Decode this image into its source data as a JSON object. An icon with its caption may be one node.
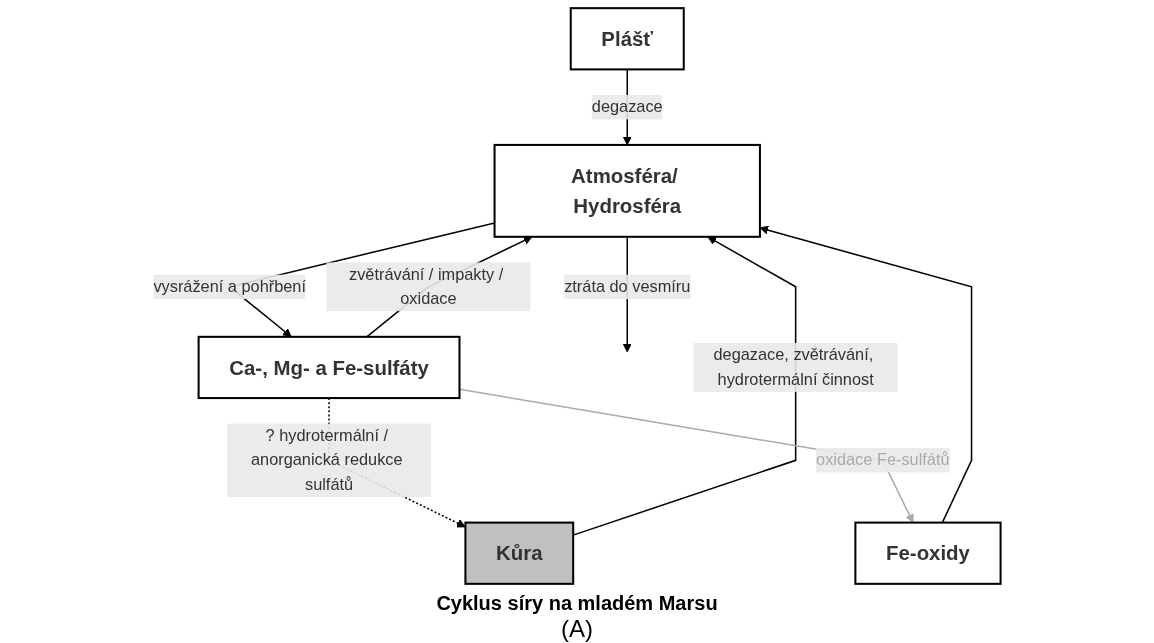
{
  "diagram": {
    "caption": "Cyklus síry na mladém Marsu",
    "nodes": [
      {
        "text": [
          "Atmosféra/ Hydrosféra"
        ]
      },
      {
        "text": [
          "Ca-, Mg- a Fe-sulfáty"
        ]
      },
      {
        "text": [
          "Kůra"
        ]
      },
      {
        "text": [
          "Plášť"
        ]
      },
      {
        "text": [
          "Fe-oxidy"
        ]
      }
    ],
    "edges": [
      {
        "from": 0,
        "to": null,
        "arrow": "to",
        "label": "ztráta do vesmíru"
      },
      {
        "from": 0,
        "to": 1,
        "arrow": "to",
        "label": "vysrážení a pohřbení"
      },
      {
        "from": 1,
        "to": 0,
        "arrow": "to",
        "label": "zvětrávání / impakty / oxidace"
      },
      {
        "from": 4,
        "to": 0,
        "arrow": "to"
      },
      {
        "from": 2,
        "to": 0,
        "arrow": "to",
        "label": "degazace, zvětrávání, hydrotermální činnost"
      },
      {
        "from": 3,
        "to": 0,
        "arrow": "to",
        "label": "degazace"
      },
      {
        "from": 1,
        "to": 2,
        "arrow": "to",
        "style": "dashed",
        "label": "? hydrotermální / anorganická redukce sulfátů"
      },
      {
        "from": 1,
        "to": 4,
        "arrow": "to",
        "color": "#aaaaaa",
        "label": "oxidace Fe-sulfátů"
      }
    ],
    "labels": [
      "(A)"
    ]
  }
}
